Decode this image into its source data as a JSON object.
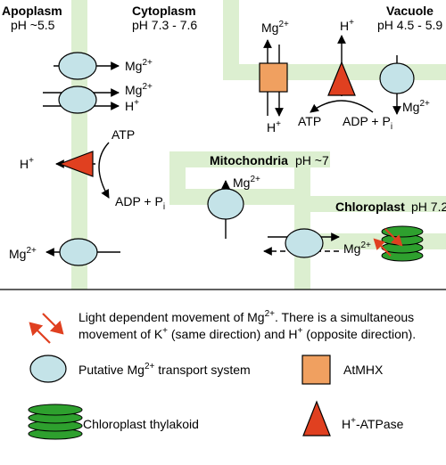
{
  "compartments": {
    "apoplasm": {
      "name": "Apoplasm",
      "ph": "pH ~5.5"
    },
    "cytoplasm": {
      "name": "Cytoplasm",
      "ph": "pH 7.3 - 7.6"
    },
    "vacuole": {
      "name": "Vacuole",
      "ph": "pH 4.5 - 5.9"
    },
    "mitochondria": {
      "name": "Mitochondria",
      "ph": "pH ~7"
    },
    "chloroplast": {
      "name": "Chloroplast",
      "ph": "pH 7.2"
    }
  },
  "ions": {
    "mg": "Mg",
    "mg_charge": "2+",
    "h": "H",
    "h_charge": "+",
    "atp": "ATP",
    "adp": "ADP + P",
    "adp_sub": "i"
  },
  "legend": {
    "light_line1_pre": "Light dependent movement of Mg",
    "light_line1_post": ". There is a simultaneous",
    "light_line2_a": "movement of K",
    "light_line2_b": " (same direction) and H",
    "light_line2_c": " (opposite direction).",
    "transport_pre": "Putative Mg",
    "transport_post": " transport system",
    "atmhx": "AtMHX",
    "thylakoid": "Chloroplast thylakoid",
    "atpase": "-ATPase"
  },
  "colors": {
    "membrane": "#dcefd0",
    "transporter_fill": "#c4e3e8",
    "atmhx_fill": "#f0a060",
    "atpase_fill": "#e04020",
    "thylakoid_fill": "#2ea02e",
    "light_arrow": "#e04020"
  }
}
